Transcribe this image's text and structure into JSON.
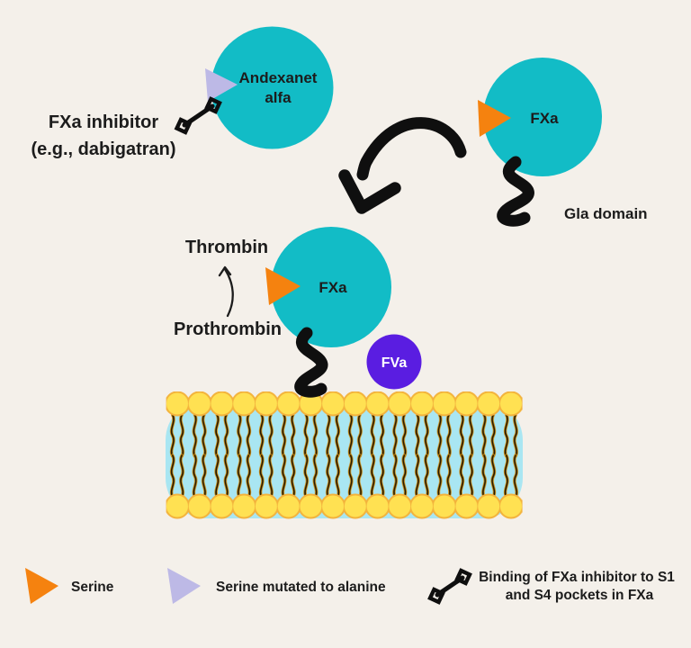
{
  "colors": {
    "background": "#f4f0ea",
    "protein_teal": "#12bcc6",
    "serine_orange": "#f5820f",
    "mutated_lavender": "#bdb9e6",
    "fva_purple": "#5a1de1",
    "membrane_blue": "#a9e6f2",
    "lipid_head_yellow": "#ffe152",
    "lipid_head_outline": "#f3b33c",
    "lipid_tail_gold": "#cf8d12",
    "lipid_tail_dark": "#241a00",
    "ink": "#0f0f0f"
  },
  "nodes": {
    "andexanet": {
      "line1": "Andexanet",
      "line2": "alfa"
    },
    "fxa_inhibitor": {
      "line1": "FXa inhibitor",
      "line2": "(e.g., dabigatran)"
    },
    "fxa_free": "FXa",
    "gla_domain": "Gla domain",
    "thrombin": "Thrombin",
    "prothrombin": "Prothrombin",
    "fxa_membrane": "FXa",
    "fva": "FVa"
  },
  "legend": {
    "serine": "Serine",
    "serine_mutated": "Serine mutated to alanine",
    "binding_line1": "Binding of FXa inhibitor to S1",
    "binding_line2": "and S4 pockets in FXa"
  }
}
